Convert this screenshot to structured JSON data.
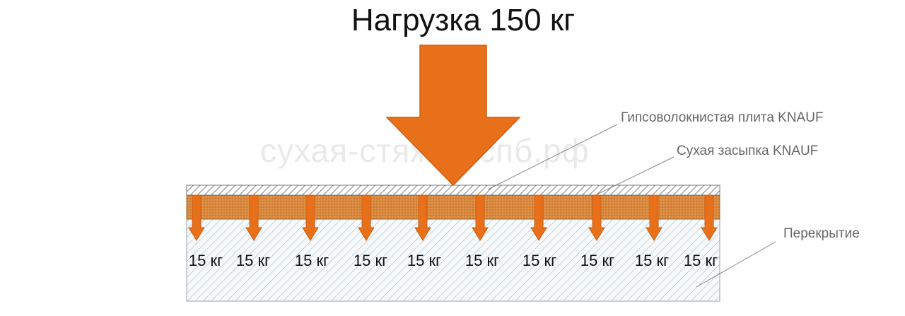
{
  "title": "Нагрузка 150 кг",
  "watermark": "сухая-стяжка-спб.рф",
  "callouts": {
    "board": "Гипсоволокнистая плита KNAUF",
    "backfill": "Сухая засыпка KNAUF",
    "slab": "Перекрытие"
  },
  "loads": [
    {
      "label": "15 кг"
    },
    {
      "label": "15 кг"
    },
    {
      "label": "15 кг"
    },
    {
      "label": "15 кг"
    },
    {
      "label": "15 кг"
    },
    {
      "label": "15 кг"
    },
    {
      "label": "15 кг"
    },
    {
      "label": "15 кг"
    },
    {
      "label": "15 кг"
    },
    {
      "label": "15 кг"
    }
  ],
  "colors": {
    "arrow": "#e8701a",
    "arrow_border": "#cc5f12",
    "backfill": "#d9893e",
    "slab": "#f5f9fb",
    "hatch": "#8a8a8a"
  }
}
